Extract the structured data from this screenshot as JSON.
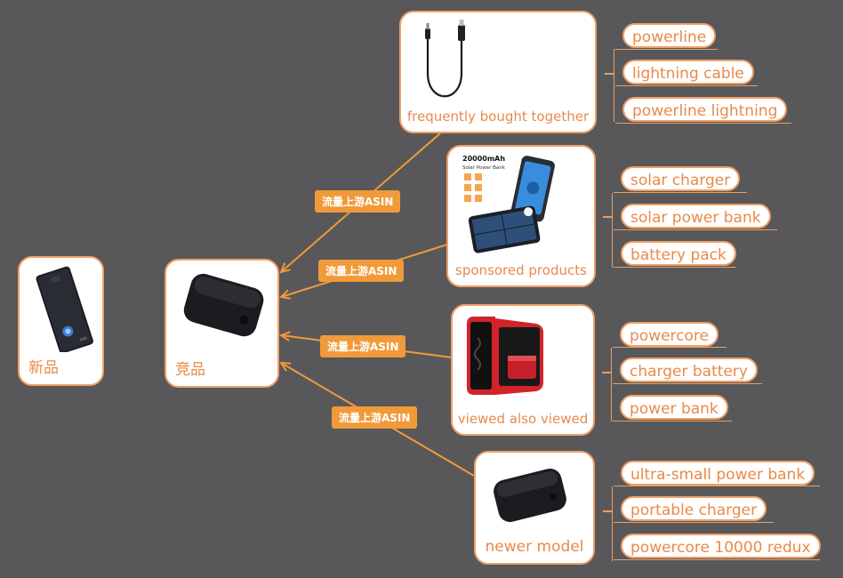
{
  "new_product": {
    "label": "新品"
  },
  "competitor": {
    "label": "竞品"
  },
  "edge_tag": "流量上游ASIN",
  "sources": [
    {
      "label": "frequently bought together",
      "icon": "cable-icon",
      "keywords": [
        "powerline",
        "lightning cable",
        "powerline lightning"
      ]
    },
    {
      "label": "sponsored products",
      "icon": "solar-power-bank-icon",
      "image_text": [
        "20000mAh",
        "Solar Power Bank"
      ],
      "keywords": [
        "solar charger",
        "solar power bank",
        "battery pack"
      ]
    },
    {
      "label": "viewed also viewed",
      "icon": "carrying-case-icon",
      "keywords": [
        "powercore",
        "charger battery",
        "power bank"
      ]
    },
    {
      "label": "newer model",
      "icon": "power-bank-icon",
      "keywords": [
        "ultra-small power bank",
        "portable charger",
        "powercore 10000 redux"
      ]
    }
  ],
  "colors": {
    "background": "#58585a",
    "accent": "#f09a3a",
    "border": "#f0a068",
    "text": "#e88a4a"
  }
}
